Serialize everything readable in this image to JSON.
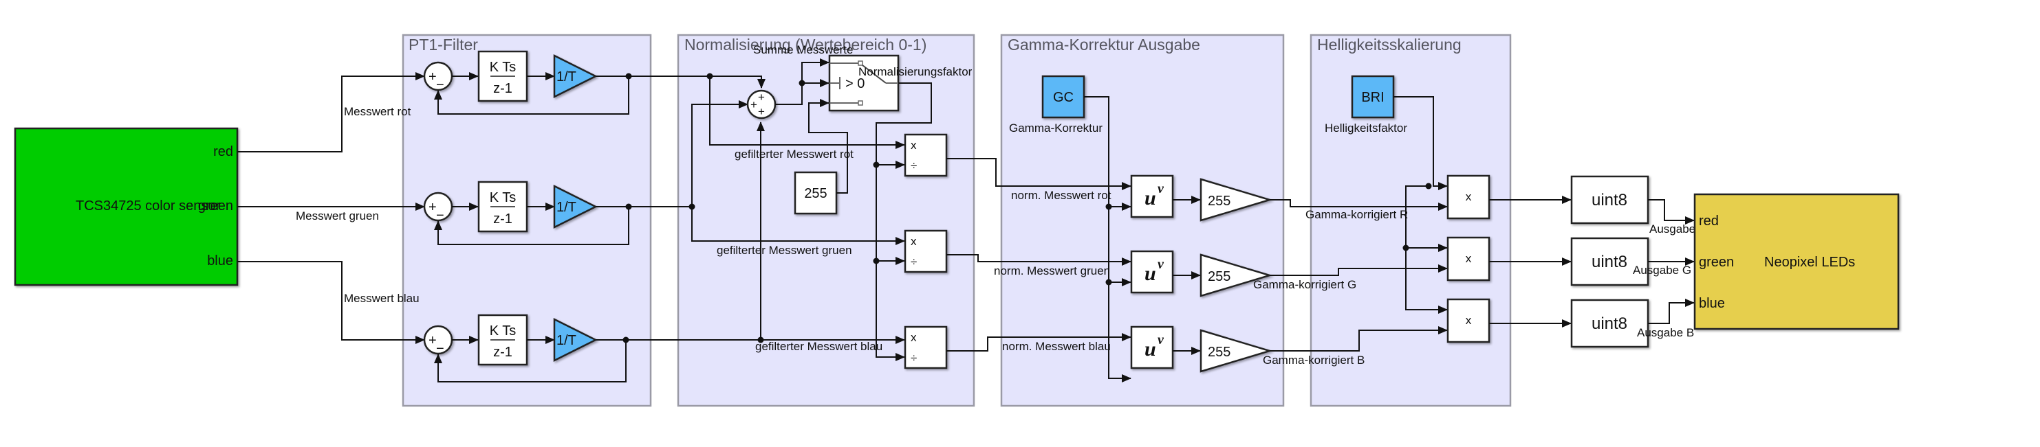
{
  "diagram": {
    "areas": {
      "pt1": "PT1-Filter",
      "norm": "Normalisierung (Wertebereich 0-1)",
      "gamma": "Gamma-Korrektur Ausgabe",
      "bright": "Helligkeitsskalierung"
    },
    "sensor": {
      "name": "TCS34725 color sensor",
      "ports": [
        "red",
        "green",
        "blue"
      ],
      "color": "#00cc00"
    },
    "neopixel": {
      "name": "Neopixel LEDs",
      "ports": [
        "red",
        "green",
        "blue"
      ],
      "color": "#e6cf4e"
    },
    "signals": {
      "mess_rot": "Messwert rot",
      "mess_gruen": "Messwert gruen",
      "mess_blau": "Messwert blau",
      "filt_rot": "gefilterter Messwert rot",
      "filt_gruen": "gefilterter Messwert gruen",
      "filt_blau": "gefilterter Messwert blau",
      "summe": "Summe Messwerte",
      "normfaktor": "Normalisierungsfaktor",
      "norm_rot": "norm. Messwert rot",
      "norm_gruen": "norm. Messwert gruen",
      "norm_blau": "norm. Messwert blau",
      "gk_r": "Gamma-korrigiert R",
      "gk_g": "Gamma-korrigiert G",
      "gk_b": "Gamma-korrigiert B",
      "out_r": "Ausgabe R",
      "out_g": "Ausgabe G",
      "out_b": "Ausgabe B"
    },
    "blocks": {
      "sum_plus": "+",
      "sum_minus": "−",
      "integrator_num": "K Ts",
      "integrator_den": "z-1",
      "gain_1t": "1/T",
      "switch_cond": "> 0",
      "const_255": "255",
      "prod_mul": "x",
      "prod_div": "÷",
      "pow_u": "u",
      "pow_v": "v",
      "gain_255": "255",
      "gc_label": "GC",
      "gc_name": "Gamma-Korrektur",
      "bri_label": "BRI",
      "bri_name": "Helligkeitsfaktor",
      "mult": "x",
      "convert": "uint8"
    }
  }
}
